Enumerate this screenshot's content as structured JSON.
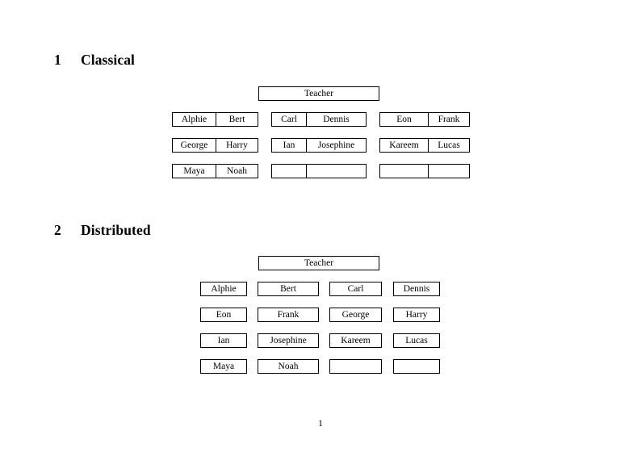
{
  "document": {
    "page_number": "1"
  },
  "sections": [
    {
      "number": "1",
      "title": "Classical",
      "teacher_label": "Teacher",
      "groups": [
        {
          "name": "group-left",
          "rows": [
            {
              "left": "Alphie",
              "right": "Bert"
            },
            {
              "left": "George",
              "right": "Harry"
            },
            {
              "left": "Maya",
              "right": "Noah"
            }
          ]
        },
        {
          "name": "group-middle",
          "rows": [
            {
              "left": "Carl",
              "right": "Dennis"
            },
            {
              "left": "Ian",
              "right": "Josephine"
            },
            {
              "left": "",
              "right": ""
            }
          ]
        },
        {
          "name": "group-right",
          "rows": [
            {
              "left": "Eon",
              "right": "Frank"
            },
            {
              "left": "Kareem",
              "right": "Lucas"
            },
            {
              "left": "",
              "right": ""
            }
          ]
        }
      ]
    },
    {
      "number": "2",
      "title": "Distributed",
      "teacher_label": "Teacher",
      "rows": [
        {
          "c1": "Alphie",
          "c2": "Bert",
          "c3": "Carl",
          "c4": "Dennis"
        },
        {
          "c1": "Eon",
          "c2": "Frank",
          "c3": "George",
          "c4": "Harry"
        },
        {
          "c1": "Ian",
          "c2": "Josephine",
          "c3": "Kareem",
          "c4": "Lucas"
        },
        {
          "c1": "Maya",
          "c2": "Noah",
          "c3": "",
          "c4": ""
        }
      ]
    }
  ]
}
